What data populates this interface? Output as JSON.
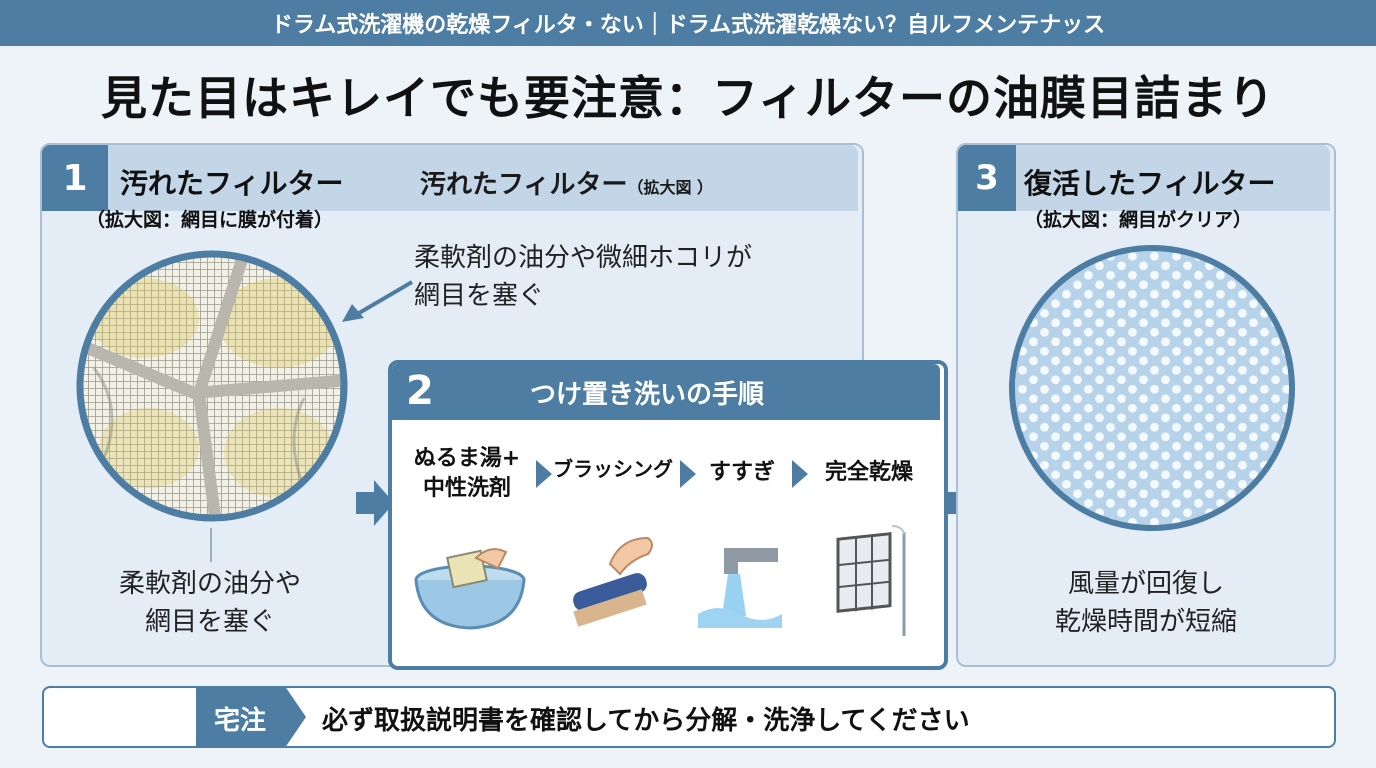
{
  "header": {
    "title": "ドラム式洗濯機の乾燥フィルタ・ない｜ドラム式洗濯乾燥ない？自ルフメンテナッス"
  },
  "headline": "見た目はキレイでも要注意：フィルターの油膜目詰まり",
  "panel1": {
    "number": "1",
    "title": "汚れたフィルター",
    "subtitle": "（拡大図：網目に膜が付着）",
    "title_b_main": "汚れたフィルター",
    "title_b_small": "（拡大図 ）",
    "callout_line1": "柔軟剤の油分や微細ホコリが",
    "callout_line2": "網目を塞ぐ",
    "caption_line1": "柔軟剤の油分や",
    "caption_line2": "網目を塞ぐ"
  },
  "panel2": {
    "number": "2",
    "title": "つけ置き洗いの手順",
    "steps": [
      {
        "line1": "ぬるま湯+",
        "line2": "中性洗剤",
        "icon": "basin-soak-icon"
      },
      {
        "line1": "ブラッシング",
        "line2": "",
        "icon": "brush-icon"
      },
      {
        "line1": "すすぎ",
        "line2": "",
        "icon": "faucet-icon"
      },
      {
        "line1": "完全乾燥",
        "line2": "",
        "icon": "filter-dry-icon"
      }
    ]
  },
  "panel3": {
    "number": "3",
    "title": "復活したフィルター",
    "subtitle": "（拡大図：網目がクリア）",
    "caption_line1": "風量が回復し",
    "caption_line2": "乾燥時間が短縮"
  },
  "notice": {
    "label": "宅注",
    "text": "必ず取扱説明書を確認してから分解・洗浄してください"
  },
  "colors": {
    "accent": "#4e7da3",
    "panel_bg": "#e4edf6",
    "panel_head": "#c3d6e8"
  }
}
